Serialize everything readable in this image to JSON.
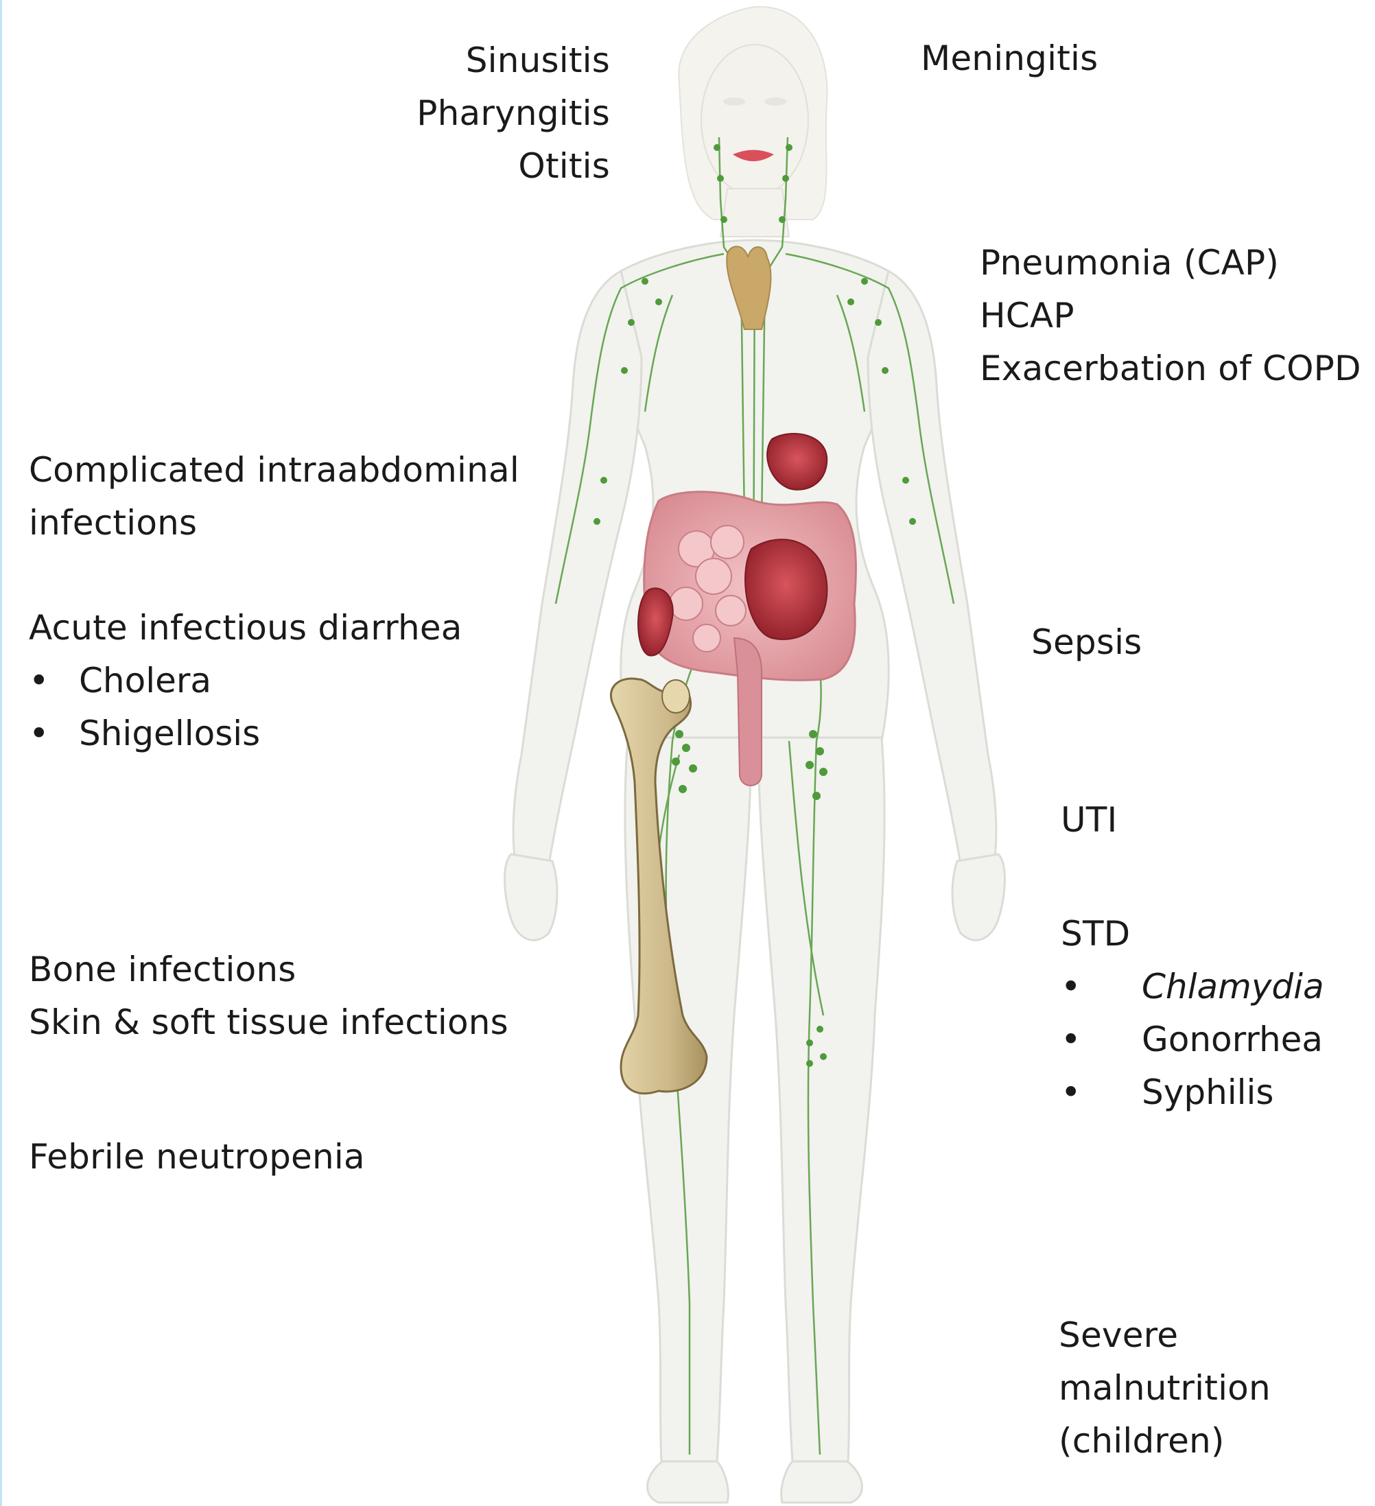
{
  "labels": {
    "sinusitis": "Sinusitis",
    "pharyngitis": "Pharyngitis",
    "otitis": "Otitis",
    "meningitis": "Meningitis",
    "pneumonia": "Pneumonia (CAP)",
    "hcap": "HCAP",
    "copd": "Exacerbation of COPD",
    "cia_line1": "Complicated intraabdominal",
    "cia_line2": "infections",
    "diarrhea_title": "Acute infectious diarrhea",
    "diarrhea_items": [
      "Cholera",
      "Shigellosis"
    ],
    "sepsis": "Sepsis",
    "uti": "UTI",
    "std_title": "STD",
    "std_items": [
      "Chlamydia",
      "Gonorrhea",
      "Syphilis"
    ],
    "bone": "Bone infections",
    "skin": "Skin & soft tissue infections",
    "febrile": "Febrile neutropenia",
    "malnutrition_line1": "Severe",
    "malnutrition_line2": "malnutrition",
    "malnutrition_line3": "(children)"
  },
  "bullet_glyph": "•",
  "colors": {
    "text": "#1a1a1a",
    "body_fill": "#f2f2ee",
    "body_stroke": "#dcdcd6",
    "lymph": "#4f9a3a",
    "thymus": "#c9a86a",
    "organ_red": "#b8313a",
    "intestine": "#e8a8ad",
    "bone": "#cdb98a",
    "bone_shade": "#a8935f",
    "lips": "#d9505a",
    "frame": "#bfe6f4"
  },
  "icons": {
    "figure": "human-body-lymphatic-system",
    "kidney": "kidney-icon",
    "stomach": "stomach-icon",
    "femur": "femur-bone-icon"
  }
}
